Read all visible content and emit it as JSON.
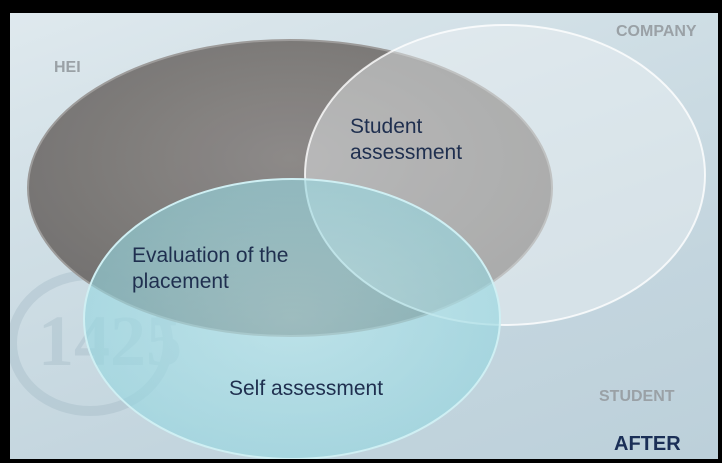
{
  "sets": {
    "hei": "HEI",
    "company": "COMPANY",
    "student": "STUDENT"
  },
  "regions": {
    "hei_company": [
      "Student",
      "assessment"
    ],
    "hei_student": [
      "Evaluation of the",
      "placement"
    ],
    "student": "Self assessment"
  },
  "corner_tag": "AFTER",
  "watermark_text": "1425",
  "colors": {
    "hei_fill": "#7d7a78",
    "company_fill": "#eef1f3",
    "student_fill": "#9fdbe3",
    "label_text": "#1f2f4f",
    "set_label_text": "#9aa1a6"
  }
}
